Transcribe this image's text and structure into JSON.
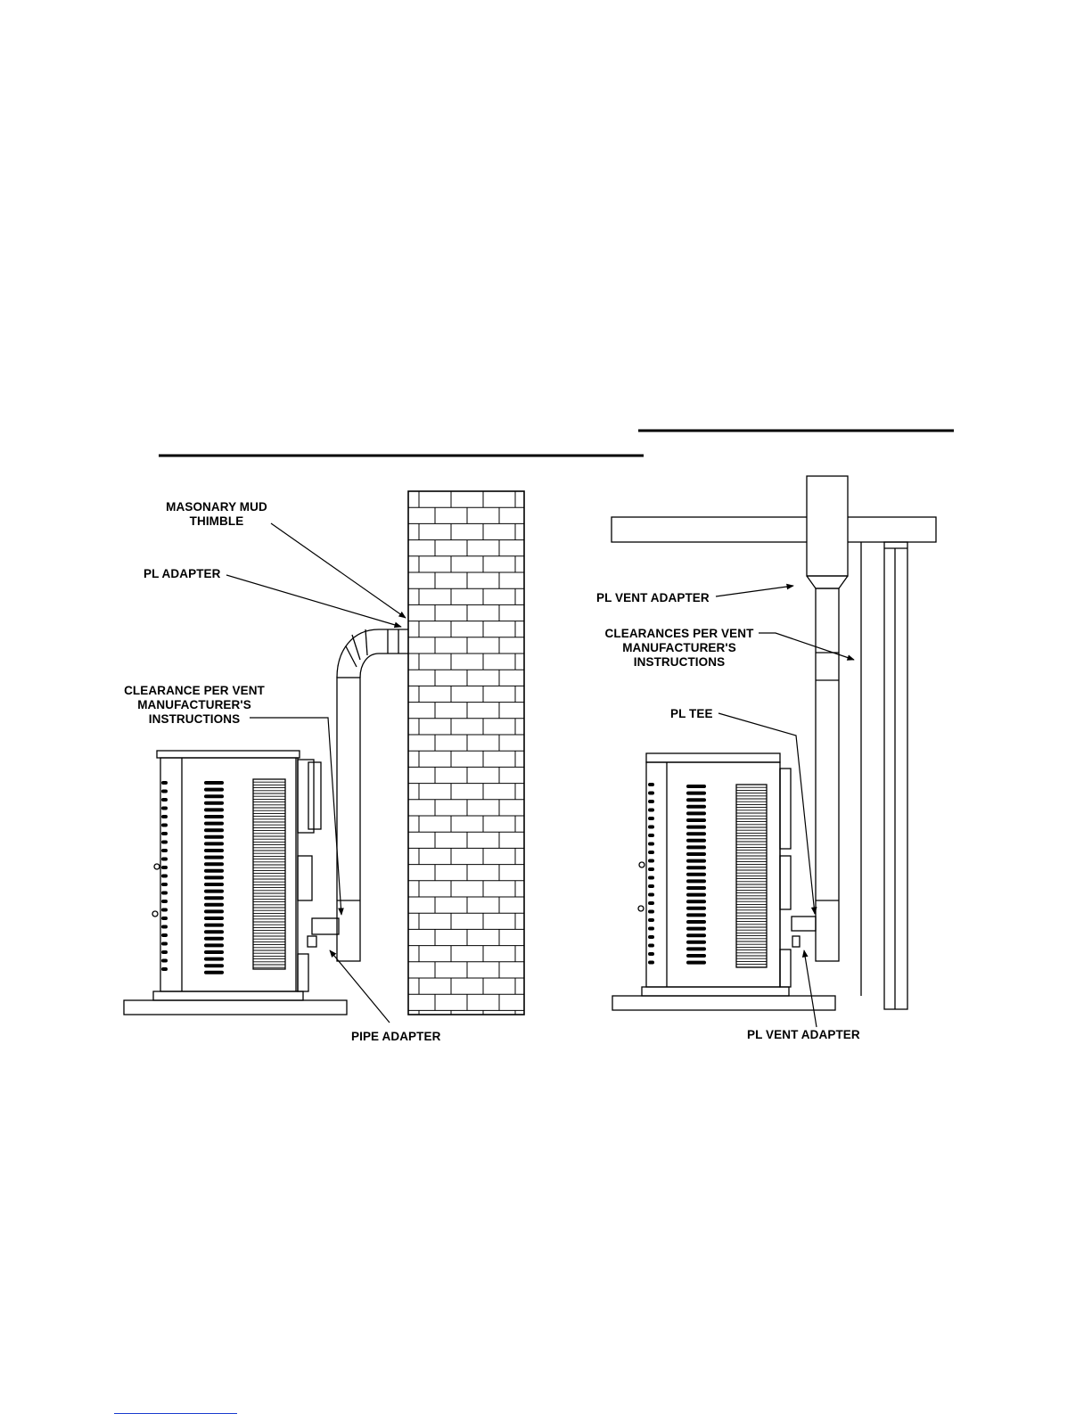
{
  "labels": {
    "masonry_mud_thimble": [
      "MASONARY MUD",
      "THIMBLE"
    ],
    "pl_adapter": "PL ADAPTER",
    "clearance_left": [
      "CLEARANCE PER VENT",
      "MANUFACTURER'S",
      "INSTRUCTIONS"
    ],
    "pipe_adapter": "PIPE ADAPTER",
    "pl_vent_adapter_top": "PL VENT ADAPTER",
    "clearances_right": [
      "CLEARANCES PER VENT",
      "MANUFACTURER'S",
      "INSTRUCTIONS"
    ],
    "pl_tee": "PL TEE",
    "pl_vent_adapter_bottom": "PL VENT ADAPTER"
  },
  "colors": {
    "line": "#000000",
    "link": "#1a3ccf"
  }
}
